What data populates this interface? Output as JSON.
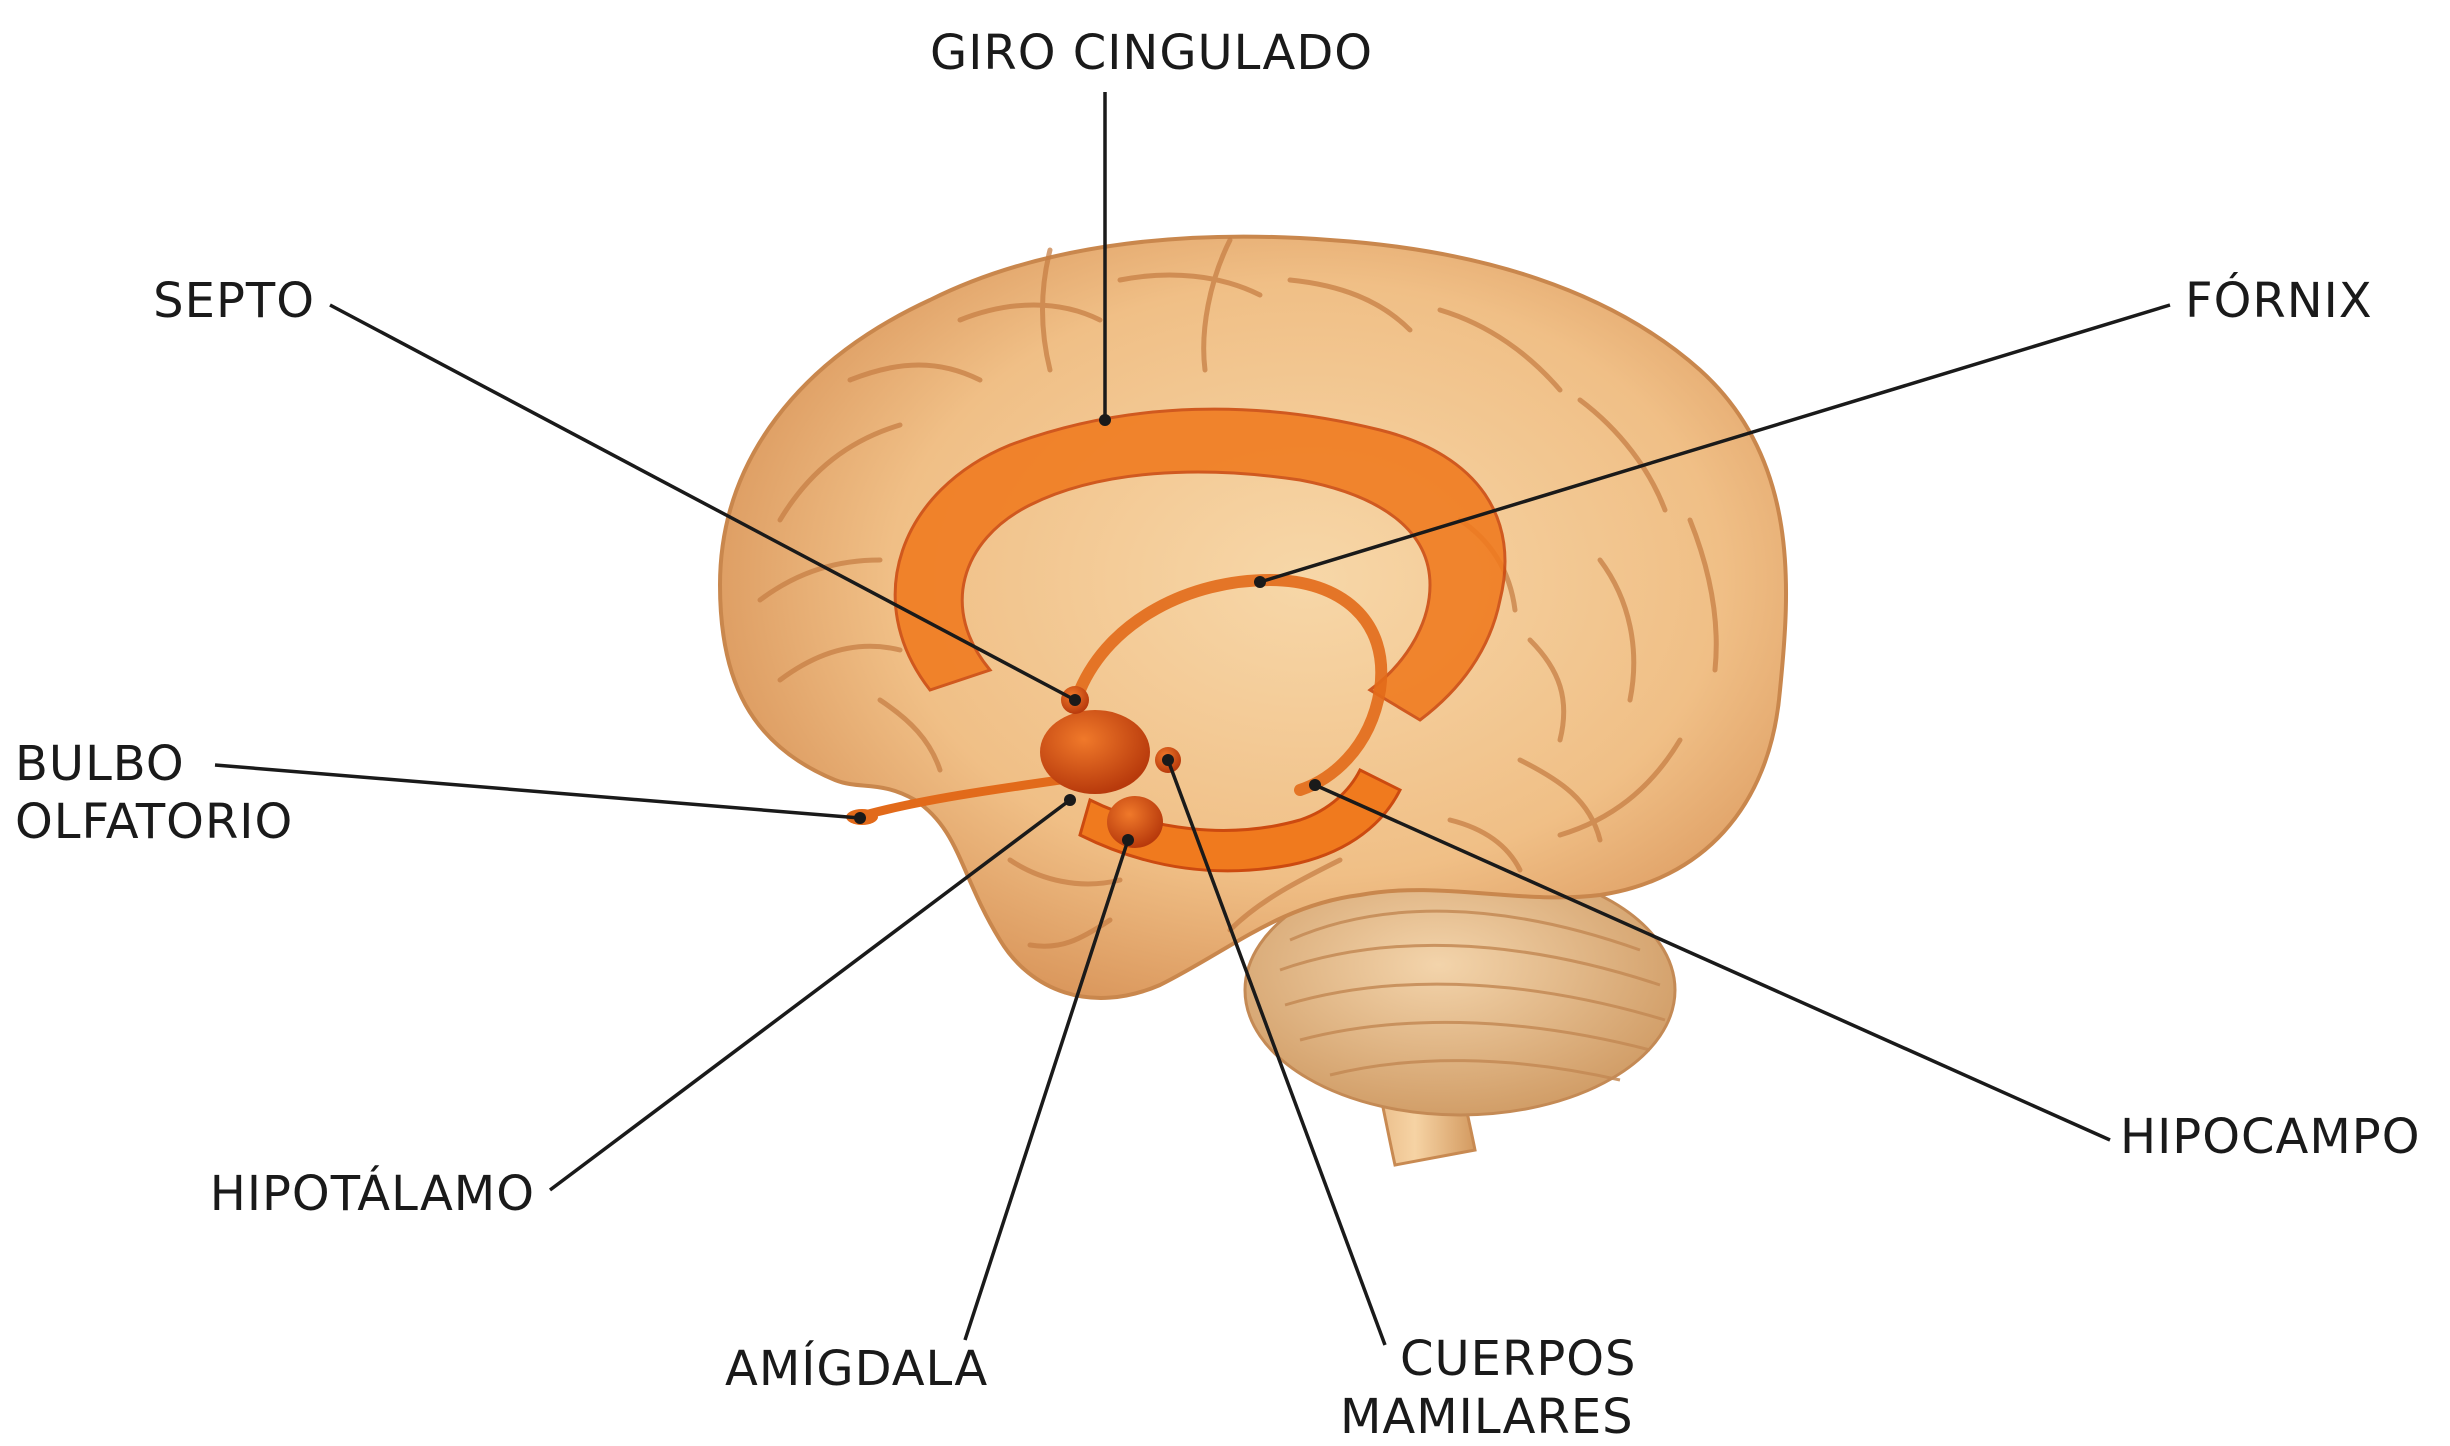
{
  "labels": {
    "giro_cingulado": "GIRO CINGULADO",
    "septo": "SEPTO",
    "fornix": "FÓRNIX",
    "bulbo_olfatorio": [
      "BULBO",
      "OLFATORIO"
    ],
    "hipotalamo": "HIPOTÁLAMO",
    "amigdala": "AMÍGDALA",
    "cuerpos_mamilares": [
      "CUERPOS",
      "MAMILARES"
    ],
    "hipocampo": "HIPOCAMPO"
  },
  "colors": {
    "brain_base": "#f2c48c",
    "brain_shade": "#d9955a",
    "gyrus_line": "#c77f45",
    "limbic_orange": "#f07a1e",
    "limbic_dark": "#cc4a10",
    "nucleus_red": "#d84a12",
    "cerebellum": "#e8bf8f",
    "leader_line": "#1a1a1a",
    "text": "#1a1a1a"
  }
}
